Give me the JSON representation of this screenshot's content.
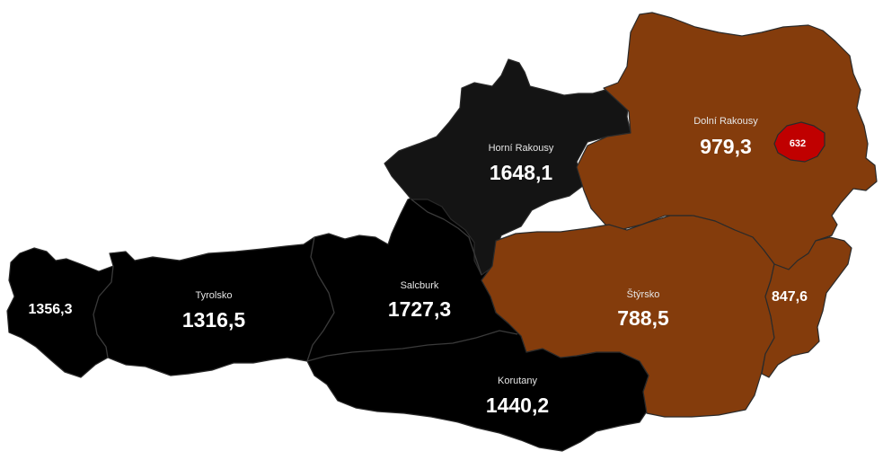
{
  "colors": {
    "black_region": "#000000",
    "dark_region": "#141414",
    "brown_region": "#843C0C",
    "red_region": "#C00000"
  },
  "regions": {
    "vorarlberg": {
      "value": "1356,3"
    },
    "tyrolsko": {
      "name": "Tyrolsko",
      "value": "1316,5"
    },
    "salcburk": {
      "name": "Salcburk",
      "value": "1727,3"
    },
    "horni_rakousy": {
      "name": "Horní Rakousy",
      "value": "1648,1"
    },
    "dolni_rakousy": {
      "name": "Dolní Rakousy",
      "value": "979,3"
    },
    "viden": {
      "value": "632"
    },
    "styrsko": {
      "name": "Štýrsko",
      "value": "788,5"
    },
    "korutany": {
      "name": "Korutany",
      "value": "1440,2"
    },
    "burgenland": {
      "value": "847,6"
    }
  }
}
